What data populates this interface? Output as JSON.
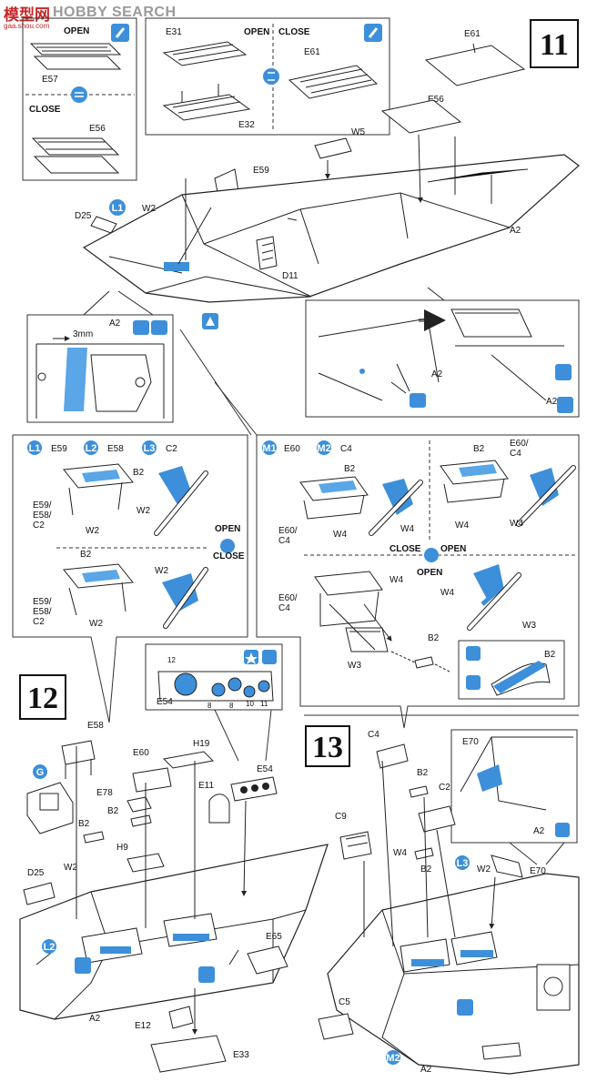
{
  "watermark": {
    "brand_cn": "模型网",
    "brand_en": "HOBBY SEARCH",
    "url": "gaa.shou.com"
  },
  "steps": {
    "s11": "11",
    "s12": "12",
    "s13": "13"
  },
  "words": {
    "open": "OPEN",
    "close": "CLOSE",
    "three_mm": "3mm"
  },
  "circle_tags": {
    "L1": "L1",
    "L2": "L2",
    "L3": "L3",
    "M1": "M1",
    "M2": "M2",
    "G": "G"
  },
  "parts": {
    "E57": "E57",
    "E56": "E56",
    "E31": "E31",
    "E32": "E32",
    "E61": "E61",
    "W5": "W5",
    "E59": "E59",
    "B2": "B2",
    "W2": "W2",
    "D25": "D25",
    "D11": "D11",
    "A2": "A2",
    "E58": "E58",
    "C2": "C2",
    "E60": "E60",
    "C4": "C4",
    "W4": "W4",
    "W3": "W3",
    "E59_E58_C2": "E59/\nE58/\nC2",
    "E60_C4": "E60/\nC4",
    "E54": "E54",
    "H19": "H19",
    "E11": "E11",
    "E78": "E78",
    "H9": "H9",
    "E65": "E65",
    "E12": "E12",
    "E33": "E33",
    "C9": "C9",
    "C5": "C5",
    "E70": "E70"
  },
  "dials": [
    "12",
    "8",
    "8",
    "10",
    "11"
  ],
  "colors": {
    "accent_blue": "#3d8fd9",
    "line": "#222222",
    "brand_red": "#c7282a"
  },
  "icons": [
    "paint-brush-icon",
    "flip-arrows-icon",
    "cement-icon",
    "star-icon",
    "decal-icon"
  ]
}
